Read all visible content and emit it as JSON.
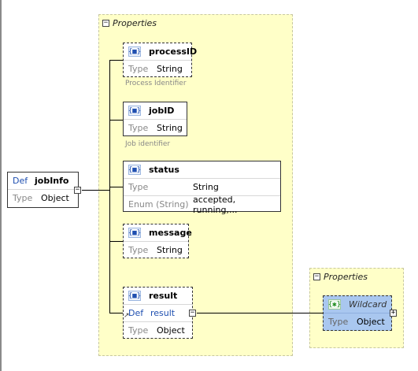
{
  "root": {
    "def_tag": "Def",
    "name": "jobInfo",
    "type_tag": "Type",
    "type": "Object"
  },
  "properties_group": {
    "label": "Properties"
  },
  "children": [
    {
      "name": "processID",
      "type_tag": "Type",
      "type": "String",
      "description": "Process Identifier"
    },
    {
      "name": "jobID",
      "type_tag": "Type",
      "type": "String",
      "description": "Job identifier"
    },
    {
      "name": "status",
      "type_tag": "Type",
      "type": "String",
      "enum_tag": "Enum (String)",
      "enum": "accepted, running,..."
    },
    {
      "name": "message",
      "type_tag": "Type",
      "type": "String"
    },
    {
      "name": "result",
      "def_tag": "Def",
      "def": "result",
      "type_tag": "Type",
      "type": "Object"
    }
  ],
  "result_properties_group": {
    "label": "Properties"
  },
  "wildcard": {
    "name": "Wildcard",
    "type_tag": "Type",
    "type": "Object"
  },
  "icons": {
    "object_brace": "{■}",
    "wildcard_brace": "{✱}"
  }
}
